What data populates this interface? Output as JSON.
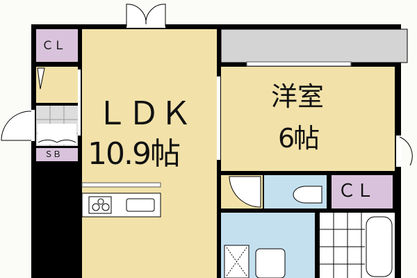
{
  "rooms": {
    "ldk": {
      "name": "ＬＤＫ",
      "size": "10.9帖"
    },
    "western": {
      "name": "洋室",
      "size": "6帖"
    },
    "closet_left": "ＣＬ",
    "closet_right": "ＣＬ",
    "shoe_box": "ＳＢ"
  },
  "colors": {
    "floor": "#f2e2aa",
    "closet": "#d9c3dc",
    "wet_area": "#c4e0ef",
    "balcony": "#d4d4d4",
    "wall": "#000000"
  }
}
